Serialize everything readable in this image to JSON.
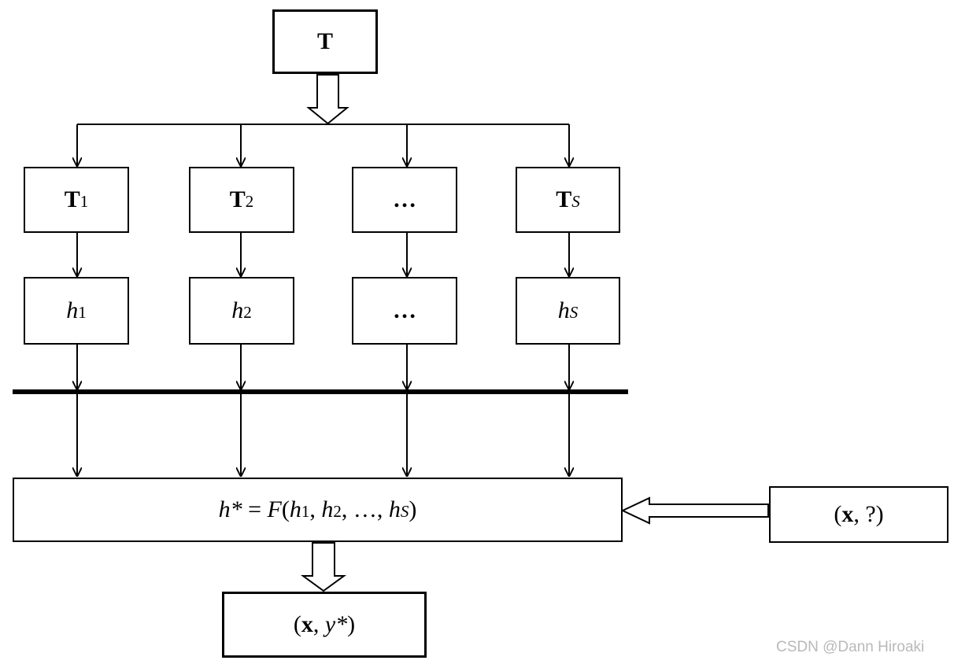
{
  "root": {
    "label": "T"
  },
  "subsets": [
    {
      "base": "T",
      "sub": "1"
    },
    {
      "base": "T",
      "sub": "2"
    },
    {
      "base": "…",
      "sub": ""
    },
    {
      "base": "T",
      "sub": "S"
    }
  ],
  "learners": [
    {
      "base": "h",
      "sub": "1"
    },
    {
      "base": "h",
      "sub": "2"
    },
    {
      "base": "…",
      "sub": ""
    },
    {
      "base": "h",
      "sub": "S"
    }
  ],
  "combiner": {
    "lhs": "h*",
    "eq": " = ",
    "fn": "F",
    "open": "(",
    "h": "h",
    "s1": "1",
    "comma1": ", ",
    "s2": "2",
    "comma2": ", …, ",
    "sS": "S",
    "close": ")"
  },
  "query": {
    "open": "(",
    "x": "x",
    "rest": ", ?)"
  },
  "output": {
    "open": "(",
    "x": "x",
    "mid": ", ",
    "y": "y*",
    "close": ")"
  },
  "watermark": "CSDN @Dann Hiroaki"
}
